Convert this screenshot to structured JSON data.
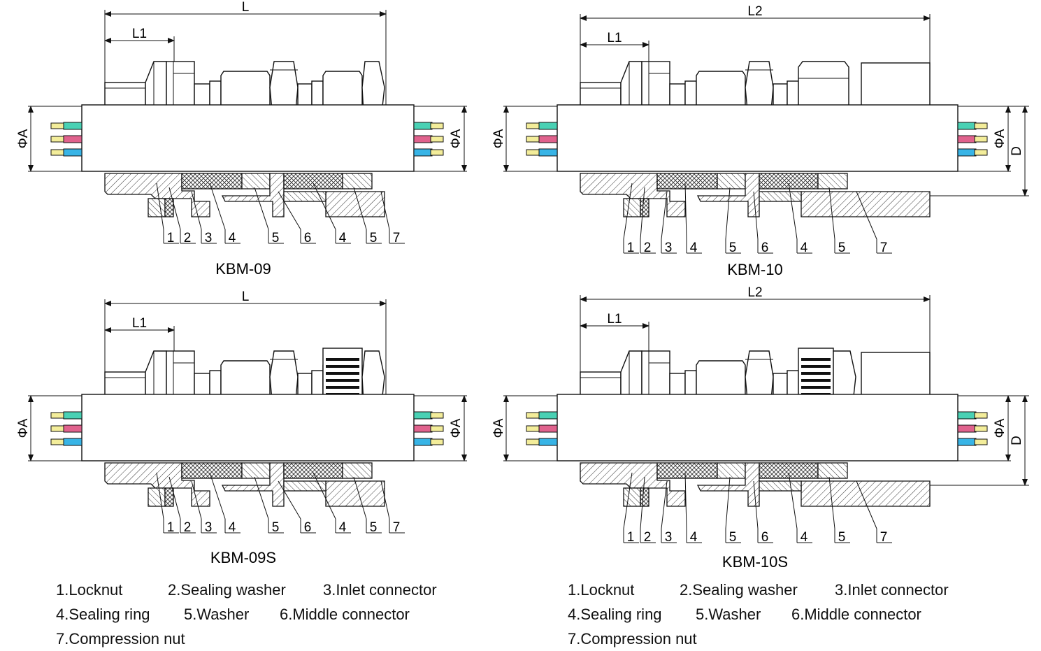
{
  "diagrams": [
    {
      "id": "kbm09",
      "model": "KBM-09",
      "length_label": "L",
      "sub_length_label": "L1",
      "dia_label": "ΦA",
      "side_dim_label": "",
      "show_d": false,
      "knurl": false,
      "extended_nut": false
    },
    {
      "id": "kbm10",
      "model": "KBM-10",
      "length_label": "L2",
      "sub_length_label": "L1",
      "dia_label": "ΦA",
      "side_dim_label": "D",
      "show_d": true,
      "knurl": false,
      "extended_nut": true
    },
    {
      "id": "kbm09s",
      "model": "KBM-09S",
      "length_label": "L",
      "sub_length_label": "L1",
      "dia_label": "ΦA",
      "side_dim_label": "",
      "show_d": false,
      "knurl": true,
      "extended_nut": false
    },
    {
      "id": "kbm10s",
      "model": "KBM-10S",
      "length_label": "L2",
      "sub_length_label": "L1",
      "dia_label": "ΦA",
      "side_dim_label": "D",
      "show_d": true,
      "knurl": true,
      "extended_nut": true
    }
  ],
  "part_numbers": [
    "1",
    "2",
    "3",
    "4",
    "5",
    "6",
    "4",
    "5",
    "7"
  ],
  "legend": {
    "item1": "1.Locknut",
    "item2": "2.Sealing washer",
    "item3": "3.Inlet connector",
    "item4": "4.Sealing ring",
    "item5": "5.Washer",
    "item6": "6.Middle connector",
    "item7": "7.Compression nut"
  },
  "colors": {
    "line": "#111111",
    "wire_green": "#49d1b4",
    "wire_pink": "#e0628d",
    "wire_blue": "#38b4e6",
    "wire_tip": "#f3ed9a"
  }
}
